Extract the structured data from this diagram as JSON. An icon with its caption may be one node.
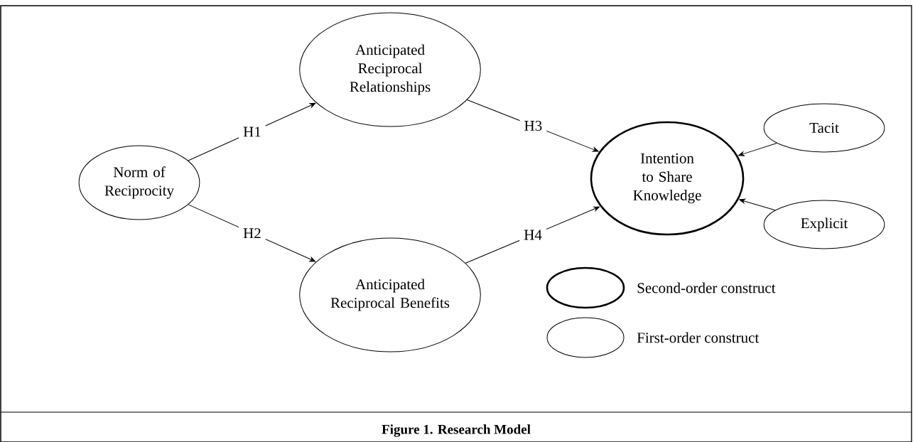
{
  "diagram": {
    "caption": "Figure 1. Research Model",
    "nodes": [
      {
        "text": [
          "Norm of Reciprocity"
        ]
      },
      {
        "text": [
          "Anticipated Reciprocal Relationships"
        ]
      },
      {
        "text": [
          "Anticipated Reciprocal Benefits"
        ]
      },
      {
        "text": [
          "Intention to Share Knowledge"
        ]
      },
      {
        "text": [
          "Tacit"
        ]
      },
      {
        "text": [
          "Explicit"
        ]
      }
    ],
    "edges": [
      {
        "from": 0,
        "to": 1,
        "arrow": "to",
        "label": "H1"
      },
      {
        "from": 0,
        "to": 2,
        "arrow": "to",
        "label": "H2"
      },
      {
        "from": 1,
        "to": 3,
        "arrow": "to",
        "label": "H3"
      },
      {
        "from": 2,
        "to": 3,
        "arrow": "to",
        "label": "H4"
      },
      {
        "from": 4,
        "to": 3,
        "arrow": "to"
      },
      {
        "from": 5,
        "to": 3,
        "arrow": "to"
      }
    ],
    "legend": [
      {
        "text": "Second-order construct"
      },
      {
        "text": "First-order construct"
      }
    ]
  }
}
